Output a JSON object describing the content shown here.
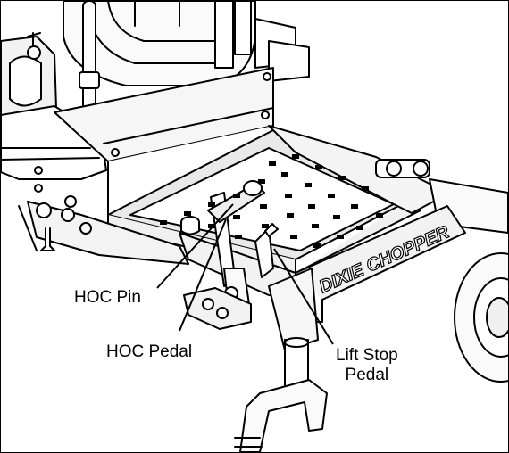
{
  "figure": {
    "brand_decal": "DIXIE CHOPPER",
    "callouts": {
      "hoc_pin": "HOC Pin",
      "hoc_pedal": "HOC Pedal",
      "lift_stop_pedal": [
        "Lift Stop",
        "Pedal"
      ]
    }
  }
}
